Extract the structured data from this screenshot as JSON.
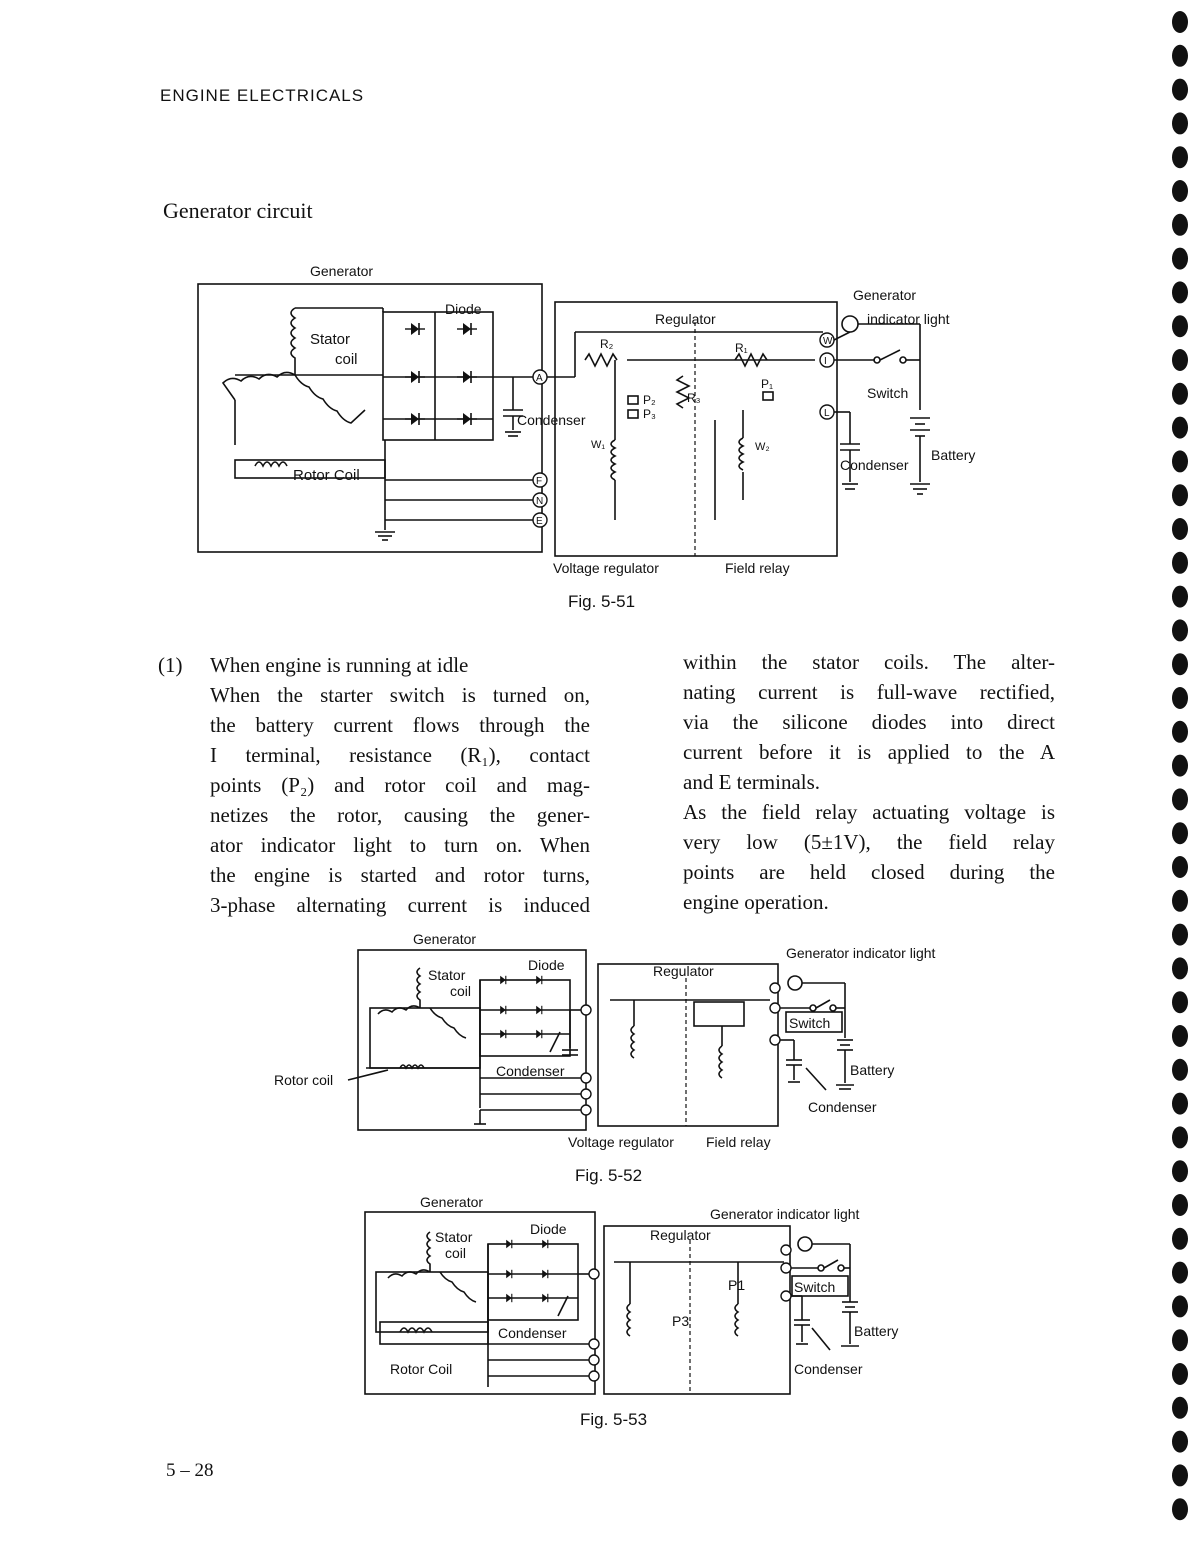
{
  "header": {
    "section": "ENGINE ELECTRICALS",
    "title": "Generator circuit"
  },
  "fig51": {
    "caption": "Fig. 5-51",
    "labels": {
      "generator": "Generator",
      "diode": "Diode",
      "stator": "Stator",
      "coil": "coil",
      "rotor_coil": "Rotor Coil",
      "condenser_left": "Condenser",
      "regulator": "Regulator",
      "r2": "R₂",
      "r1": "R₁",
      "r3": "R₃",
      "p2": "P₂",
      "p3": "P₃",
      "p1": "P₁",
      "w1": "W₁",
      "w2": "W₂",
      "gen_indicator_1": "Generator",
      "gen_indicator_2": "indicator light",
      "switch": "Switch",
      "condenser_right": "Condenser",
      "battery": "Battery",
      "voltage_regulator": "Voltage regulator",
      "field_relay": "Field relay",
      "terminal_a": "A",
      "terminal_f": "F",
      "terminal_n": "N",
      "terminal_e": "E",
      "terminal_w": "W",
      "terminal_i": "I",
      "terminal_l": "L"
    }
  },
  "body": {
    "item_number": "(1)",
    "left_lines": [
      "When engine is running at idle",
      "When the starter switch is turned on,",
      "the battery current flows through the",
      "I terminal, resistance (R₁), contact",
      "points (P₂) and rotor coil and mag-",
      "netizes the rotor, causing the gener-",
      "ator indicator light to turn on. When",
      "the engine is started and rotor turns,",
      "3-phase alternating current is induced"
    ],
    "right_lines": [
      "within the stator coils. The alter-",
      "nating current is full-wave rectified,",
      "via the silicone diodes into direct",
      "current before it is applied to the A",
      "and E terminals.",
      "As the field relay actuating voltage is",
      "very low (5±1V), the field relay",
      "points are held closed during the",
      "engine operation."
    ]
  },
  "fig52": {
    "caption": "Fig. 5-52",
    "labels": {
      "generator": "Generator",
      "diode": "Diode",
      "stator": "Stator",
      "coil": "coil",
      "regulator": "Regulator",
      "gen_indicator": "Generator indicator light",
      "switch": "Switch",
      "rotor_coil": "Rotor coil",
      "condenser": "Condenser",
      "battery": "Battery",
      "condenser_right": "Condenser",
      "voltage_regulator": "Voltage regulator",
      "field_relay": "Field relay"
    }
  },
  "fig53": {
    "caption": "Fig. 5-53",
    "labels": {
      "generator": "Generator",
      "diode": "Diode",
      "stator": "Stator",
      "coil": "coil",
      "regulator": "Regulator",
      "gen_indicator": "Generator indicator light",
      "p1": "P1",
      "p3": "P3",
      "switch": "Switch",
      "condenser": "Condenser",
      "battery": "Battery",
      "rotor_coil": "Rotor Coil",
      "condenser_right": "Condenser"
    }
  },
  "footer": {
    "page_number": "5 – 28"
  }
}
